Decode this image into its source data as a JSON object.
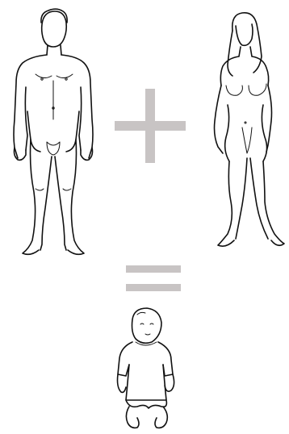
{
  "diagram": {
    "symbols": {
      "plus": "plus-sign",
      "equals": "equals-sign",
      "symbol_color": "#c8c4c4"
    },
    "figures": [
      "man-figure",
      "woman-figure",
      "baby-figure"
    ],
    "line_color": "#111111",
    "background": "#ffffff"
  }
}
